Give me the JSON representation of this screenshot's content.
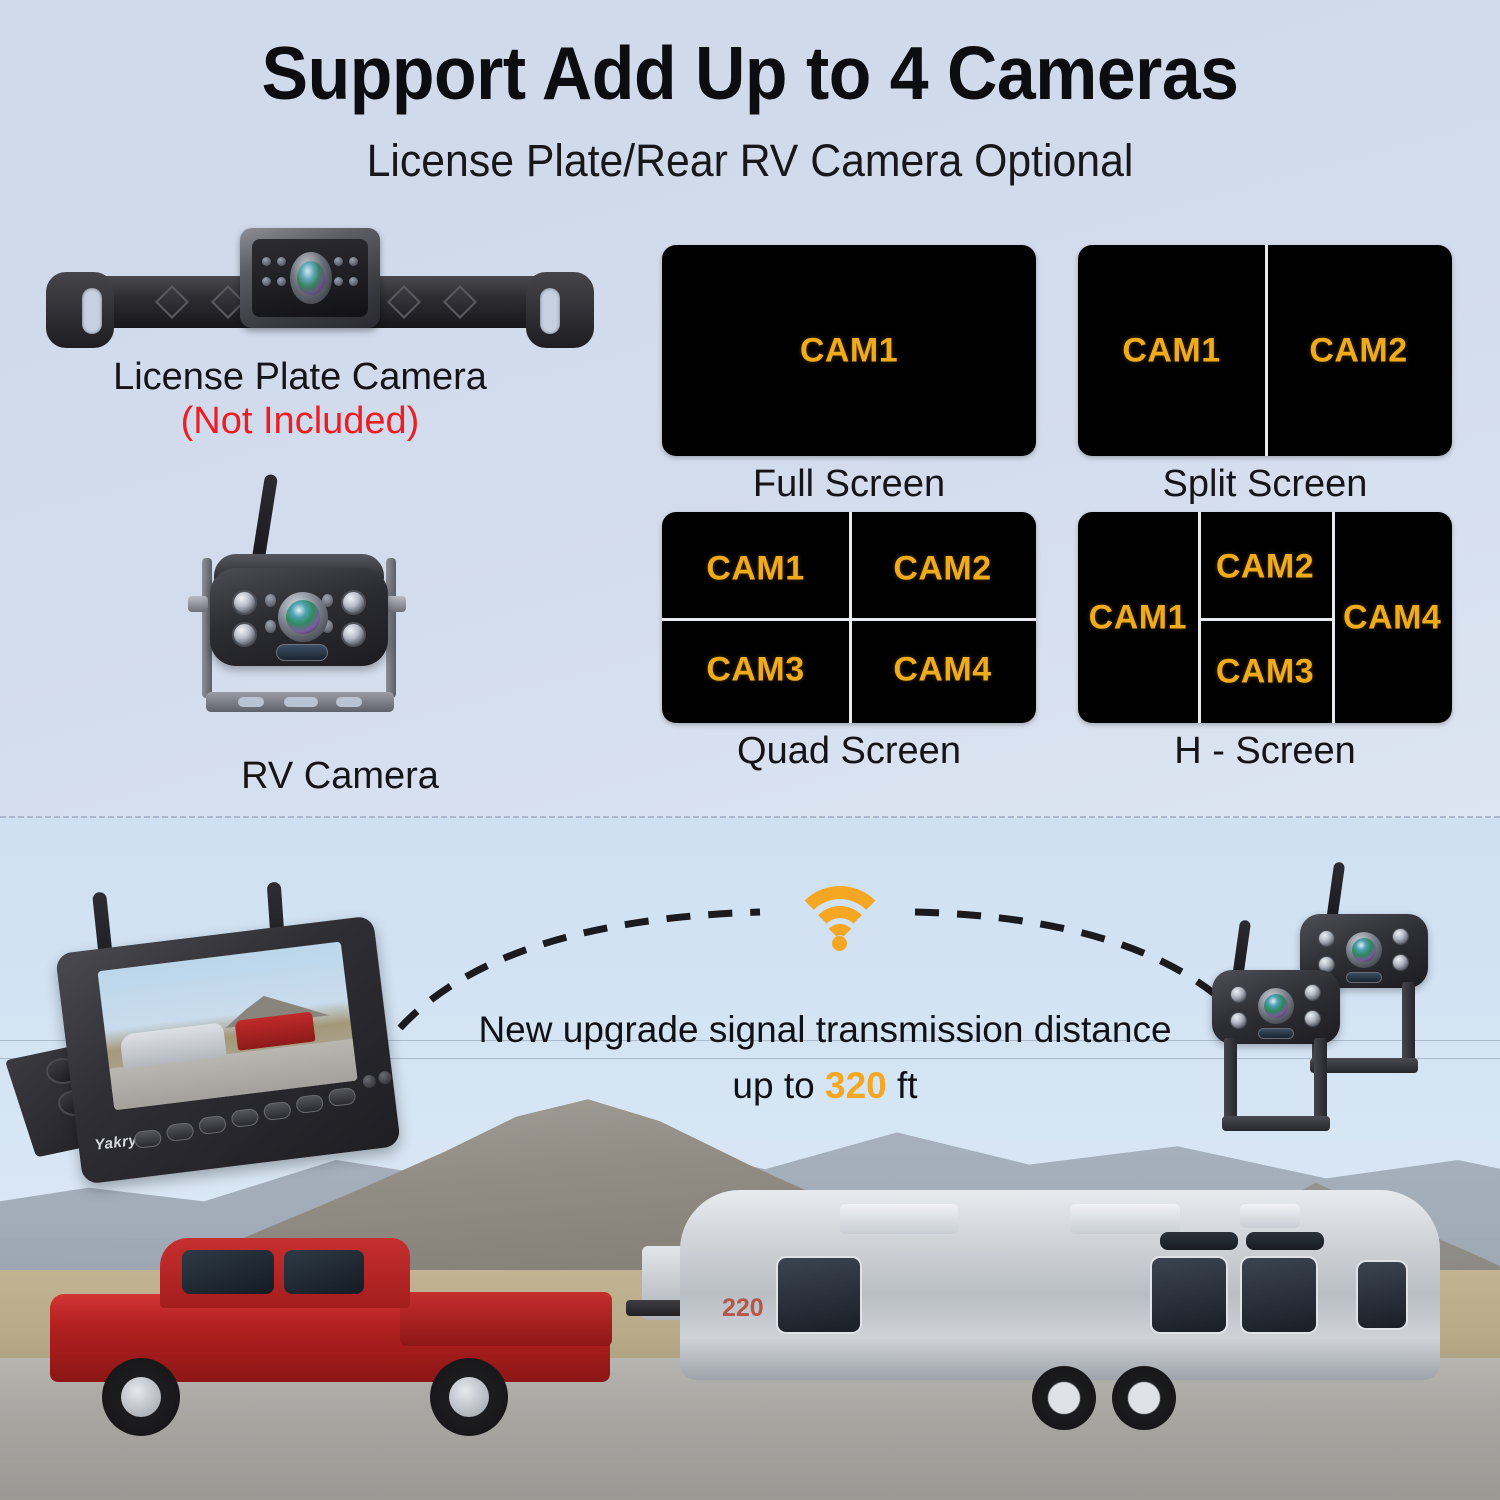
{
  "header": {
    "title": "Support Add Up to 4 Cameras",
    "subtitle": "License Plate/Rear RV Camera Optional"
  },
  "products": {
    "license_plate_camera": {
      "label": "License Plate Camera",
      "availability_note": "(Not Included)",
      "note_color": "#ee1d24"
    },
    "rv_camera": {
      "label": "RV Camera"
    }
  },
  "display_modes": [
    {
      "id": "full-screen",
      "caption": "Full Screen",
      "cameras": [
        "CAM1"
      ]
    },
    {
      "id": "split-screen",
      "caption": "Split Screen",
      "cameras": [
        "CAM1",
        "CAM2"
      ]
    },
    {
      "id": "quad-screen",
      "caption": "Quad Screen",
      "cameras": [
        "CAM1",
        "CAM2",
        "CAM3",
        "CAM4"
      ]
    },
    {
      "id": "h-screen",
      "caption": "H - Screen",
      "cameras": [
        "CAM1",
        "CAM2",
        "CAM3",
        "CAM4"
      ]
    }
  ],
  "colors": {
    "cam_label": "#f0ab1d",
    "wifi_icon": "#f5a623",
    "highlight": "#f5a623",
    "background": "#cfd9ea",
    "screen_background": "#000000"
  },
  "transmission": {
    "line1": "New upgrade signal transmission distance",
    "line2_prefix": "up to ",
    "distance_value": "320",
    "line2_suffix": " ft"
  },
  "monitor": {
    "brand": "Yakry"
  },
  "scene": {
    "trailer_number": "220"
  }
}
